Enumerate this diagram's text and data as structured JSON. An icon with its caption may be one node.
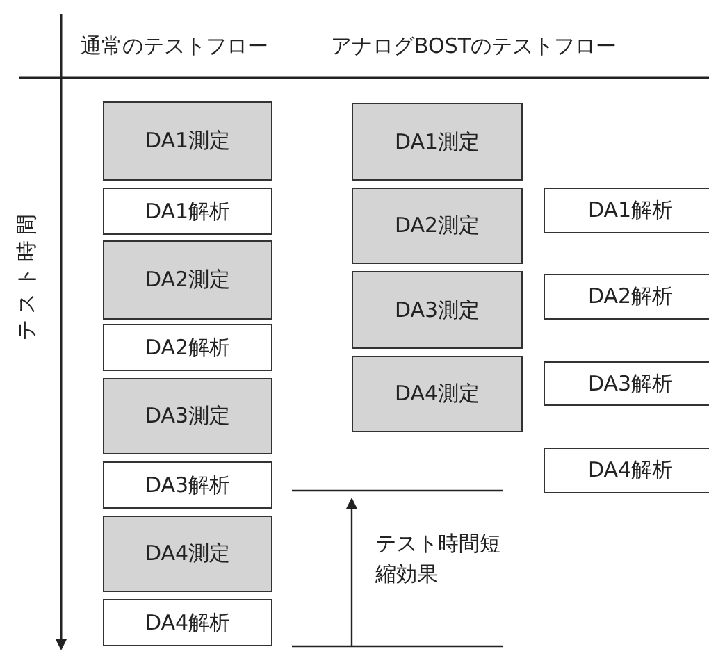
{
  "diagram": {
    "nodes": [
      {
        "text": [
          "DA1測定"
        ]
      },
      {
        "text": [
          "DA1解析"
        ]
      },
      {
        "text": [
          "DA2測定"
        ]
      },
      {
        "text": [
          "DA2解析"
        ]
      },
      {
        "text": [
          "DA3測定"
        ]
      },
      {
        "text": [
          "DA3解析"
        ]
      },
      {
        "text": [
          "DA4測定"
        ]
      },
      {
        "text": [
          "DA4解析"
        ]
      },
      {
        "text": [
          "DA1測定"
        ]
      },
      {
        "text": [
          "DA2測定"
        ]
      },
      {
        "text": [
          "DA3測定"
        ]
      },
      {
        "text": [
          "DA4測定"
        ]
      },
      {
        "text": [
          "DA1解析"
        ]
      },
      {
        "text": [
          "DA2解析"
        ]
      },
      {
        "text": [
          "DA3解析"
        ]
      },
      {
        "text": [
          "DA4解析"
        ]
      }
    ],
    "labels": [
      "通常のテストフロー",
      "アナログBOSTのテストフロー",
      "テスト時間",
      "テスト時間短縮効果"
    ]
  }
}
